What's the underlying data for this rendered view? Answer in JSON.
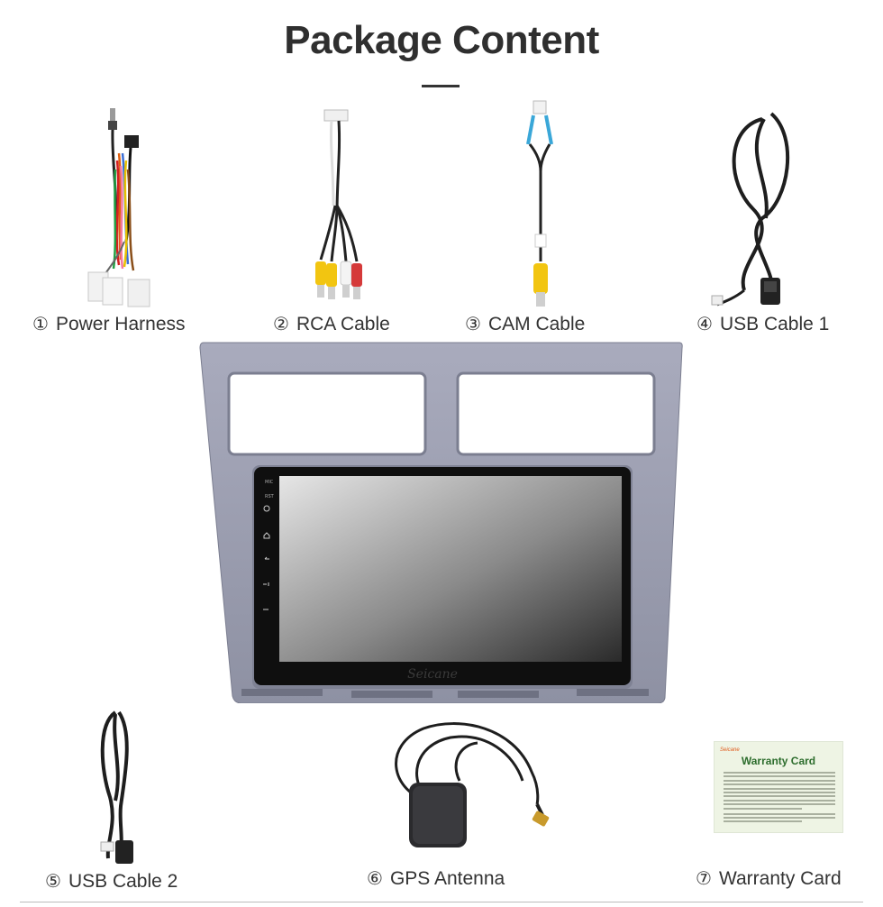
{
  "page": {
    "title": "Package Content"
  },
  "items": [
    {
      "num": "①",
      "label": "Power Harness",
      "icon": "power-harness-image"
    },
    {
      "num": "②",
      "label": "RCA Cable",
      "icon": "rca-cable-image"
    },
    {
      "num": "③",
      "label": "CAM Cable",
      "icon": "cam-cable-image"
    },
    {
      "num": "④",
      "label": "USB Cable 1",
      "icon": "usb-cable-image"
    },
    {
      "num": "⑤",
      "label": "USB Cable 2",
      "icon": "usb-cable-image"
    },
    {
      "num": "⑥",
      "label": "GPS Antenna",
      "icon": "gps-antenna-image"
    },
    {
      "num": "⑦",
      "label": "Warranty Card",
      "icon": "warranty-card-image"
    }
  ],
  "head_unit": {
    "brand": "Seicane",
    "side_buttons": [
      "MIC",
      "RST"
    ],
    "icons": [
      "power-icon",
      "home-icon",
      "back-icon",
      "volume-up-icon",
      "volume-down-icon"
    ]
  },
  "warranty_card": {
    "brand": "Seicane",
    "title": "Warranty Card"
  },
  "colors": {
    "frame": "#9b9eb0",
    "text": "#333333",
    "rca_yellow": "#f2c511",
    "rca_white": "#f4f4f4",
    "rca_red": "#d53a3a"
  }
}
